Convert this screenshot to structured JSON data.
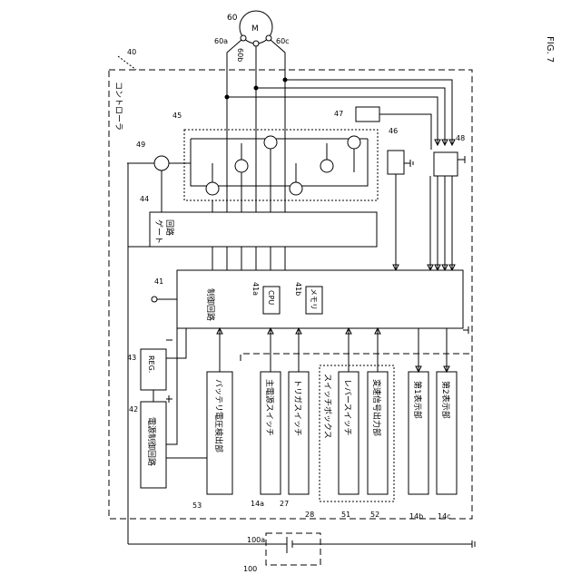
{
  "figure_label": "FIG. 7",
  "controller": {
    "ref": "40",
    "name": "コントローラ"
  },
  "motor": {
    "ref": "60",
    "symbol": "M",
    "terminals": [
      "60a",
      "60b",
      "60c"
    ]
  },
  "inverter_ref": "45",
  "blocks": {
    "gate": {
      "ref": "44",
      "line1": "ゲート",
      "line2": "回路"
    },
    "control": {
      "ref": "41",
      "label": "制御回路"
    },
    "cpu": {
      "ref": "41a",
      "label": "CPU"
    },
    "memory": {
      "ref": "41b",
      "label": "メモリ"
    },
    "reg": {
      "ref": "43",
      "label": "REG."
    },
    "power_ctrl": {
      "ref": "42",
      "label": "電源制御回路"
    },
    "battery_det": {
      "ref": "53",
      "label": "バッテリ電圧検出部"
    },
    "main_switch": {
      "ref": "14a",
      "label": "主電源スイッチ"
    },
    "trigger_switch": {
      "ref": "27",
      "label": "トリガスイッチ"
    },
    "switch_box": {
      "ref": "28",
      "label": "スイッチボックス"
    },
    "lever_switch": {
      "ref": "51",
      "label": "レバースイッチ"
    },
    "speed_signal": {
      "ref": "52",
      "label": "変速信号出力部"
    },
    "display1": {
      "ref": "14b",
      "label": "第1表示部"
    },
    "display2": {
      "ref": "14c",
      "label": "第2表示部"
    },
    "box47": {
      "ref": "47"
    },
    "box46": {
      "ref": "46"
    },
    "box48": {
      "ref": "48"
    },
    "switch49": {
      "ref": "49"
    }
  },
  "battery": {
    "ref": "100",
    "sub_ref": "100a"
  }
}
